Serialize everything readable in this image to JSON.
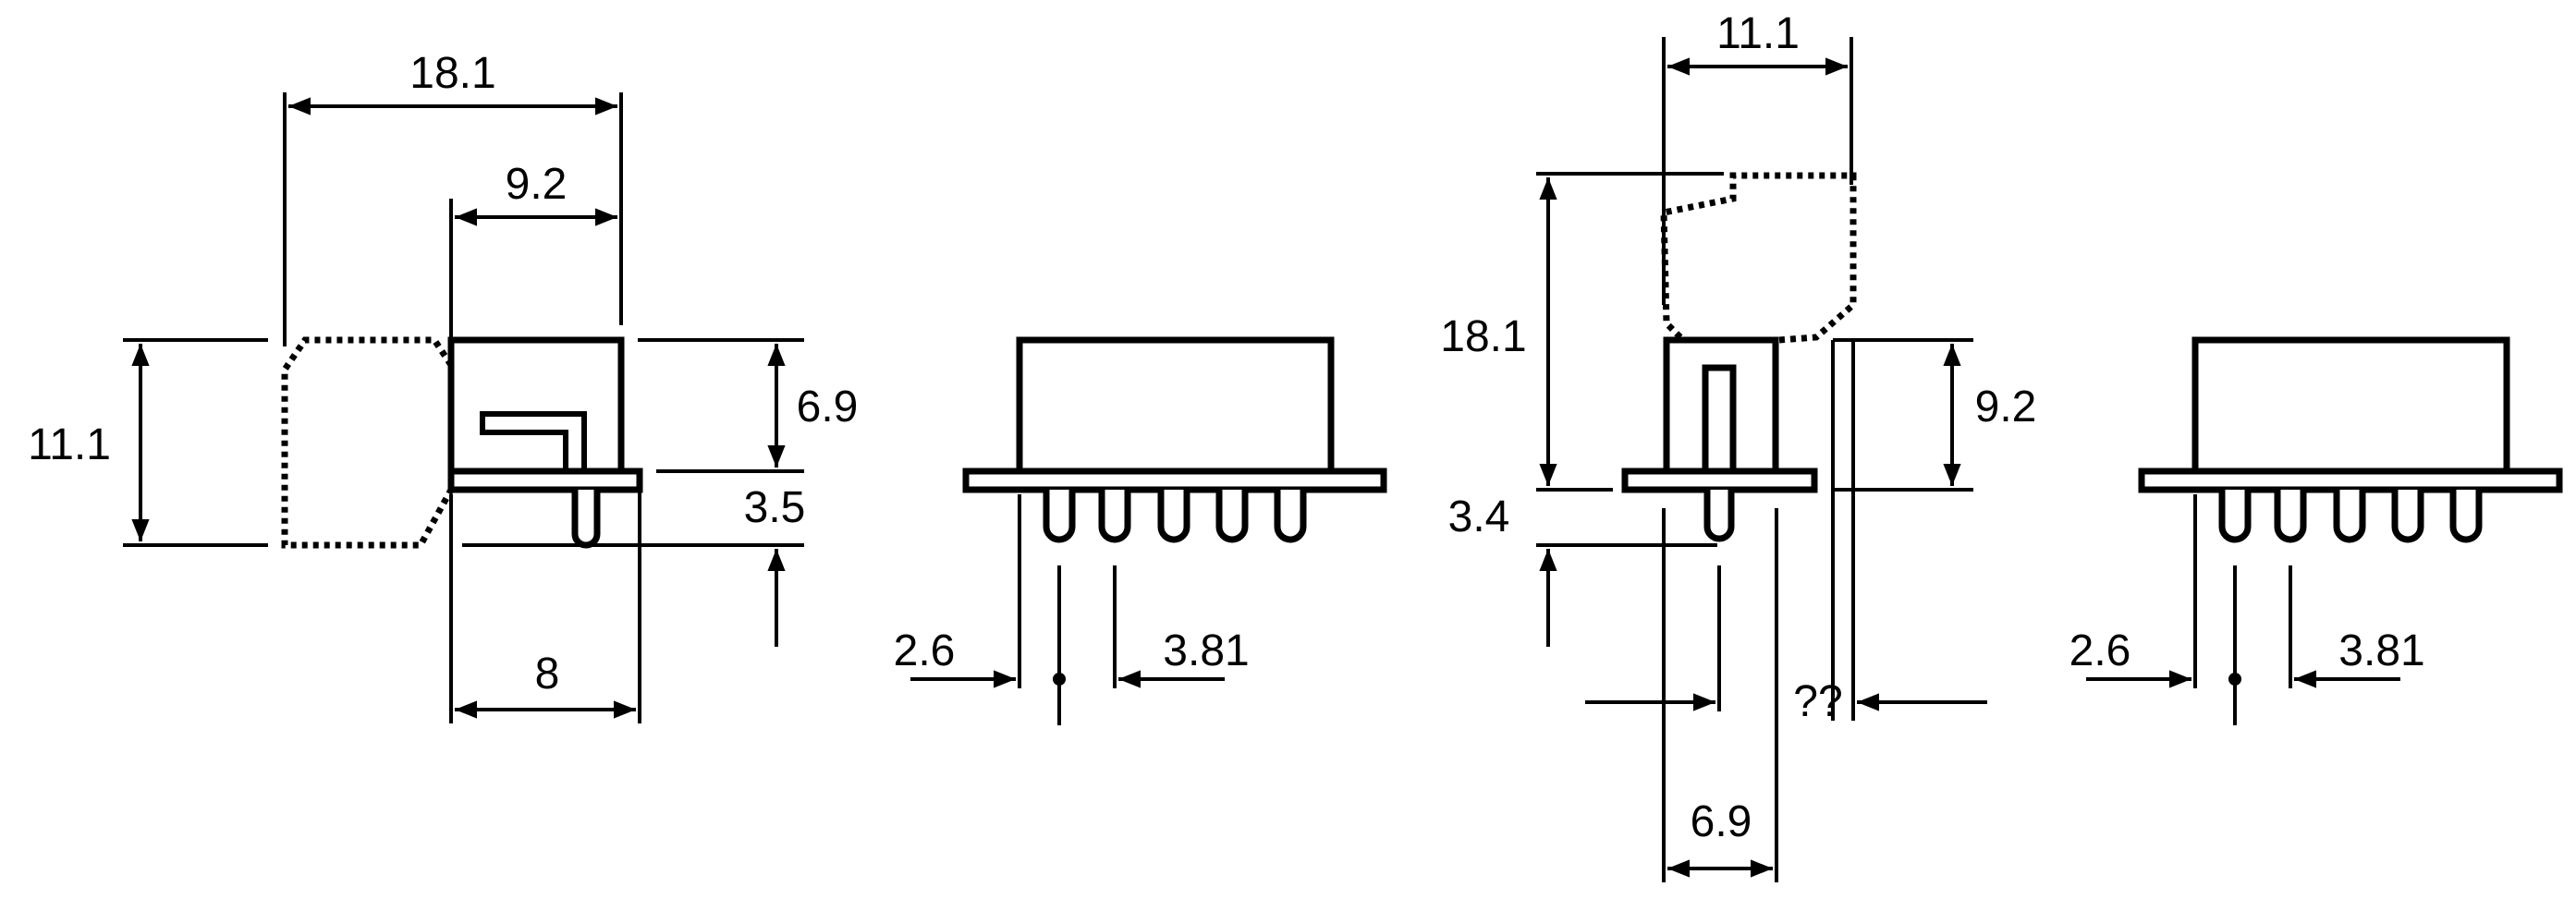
{
  "diagram": {
    "views": [
      {
        "name": "view-1-side",
        "labels": {
          "overall_width": "18.1",
          "body_width": "9.2",
          "overall_height": "11.1",
          "body_height": "6.9",
          "pin_length": "3.5",
          "base_width": "8"
        }
      },
      {
        "name": "view-2-front",
        "labels": {
          "pin_offset": "2.6",
          "pin_pitch": "3.81"
        }
      },
      {
        "name": "view-3-side",
        "labels": {
          "overall_width": "11.1",
          "overall_height": "18.1",
          "body_height": "9.2",
          "pin_length": "3.4",
          "unknown_dim": "??",
          "base_width": "6.9"
        }
      },
      {
        "name": "view-4-front",
        "labels": {
          "pin_offset": "2.6",
          "pin_pitch": "3.81"
        }
      }
    ]
  }
}
